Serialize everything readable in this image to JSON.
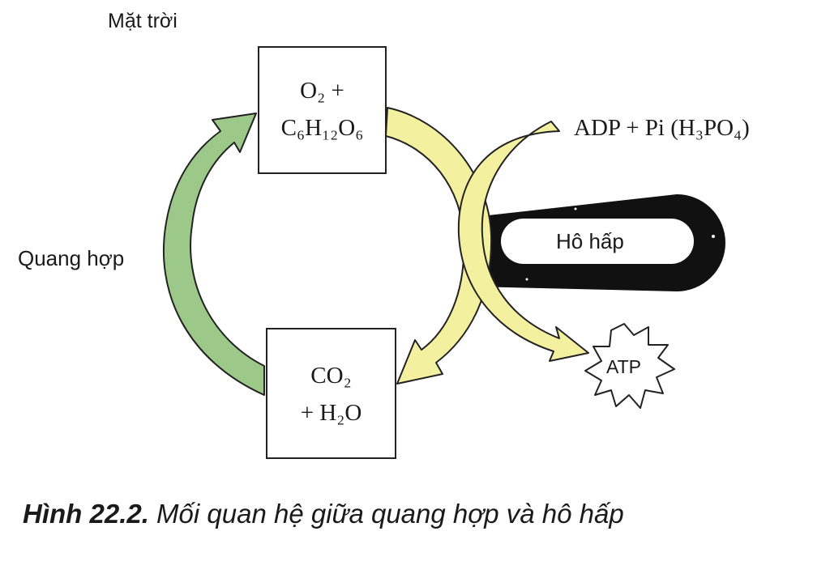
{
  "labels": {
    "sun": "Mặt trời",
    "photosynthesis": "Quang hợp",
    "respiration": "Hô hấp",
    "adp_pi": "ADP + Pi (H₃PO₄)",
    "atp": "ATP"
  },
  "boxes": {
    "top": {
      "line1": "O₂    +",
      "line2": "C₆H₁₂O₆"
    },
    "bottom": {
      "line1": "CO₂",
      "line2": "+ H₂O"
    }
  },
  "caption": {
    "number": "Hình 22.2.",
    "text": " Mối quan hệ giữa quang hợp và hô hấp"
  },
  "colors": {
    "green_arrow": "#9cc98a",
    "yellow_arrow": "#f3f0a0",
    "black_band": "#111111"
  }
}
